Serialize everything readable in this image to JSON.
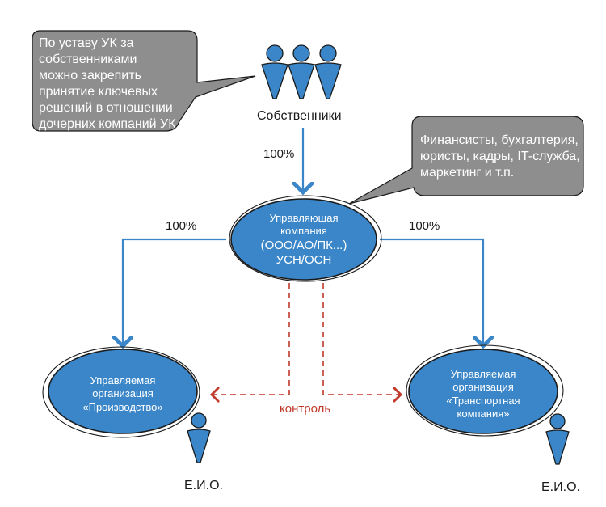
{
  "owners": {
    "label": "Собственники"
  },
  "callout_left": {
    "lines": [
      "По уставу УК за",
      "собственниками",
      "можно закрепить",
      "принятие ключевых",
      "решений в отношении",
      "дочерних компаний УК"
    ]
  },
  "callout_right": {
    "lines": [
      "Финансисты, бухгалтерия,",
      "юристы, кадры, IT-служба,",
      "маркетинг и т.п."
    ]
  },
  "ownership": {
    "owners_to_uk": "100%",
    "uk_to_left": "100%",
    "uk_to_right": "100%"
  },
  "management_company": {
    "line1": "Управляющая",
    "line2": "компания",
    "line3": "(ООО/АО/ПК...)",
    "line4": "УСН/ОСН"
  },
  "managed_left": {
    "line1": "Управляемая",
    "line2": "организация",
    "line3": "«Производство»"
  },
  "managed_right": {
    "line1": "Управляемая",
    "line2": "организация",
    "line3": "«Транспортная",
    "line4": "компания»"
  },
  "control_label": "контроль",
  "eio_left": "Е.И.О.",
  "eio_right": "Е.И.О.",
  "colors": {
    "node_fill": "#3a86c8",
    "arrow": "#3a86c8",
    "callout_fill": "#8e8e8e",
    "control": "#c0392b",
    "outline": "#1a1a1a"
  },
  "icons": [
    "person-icon"
  ]
}
